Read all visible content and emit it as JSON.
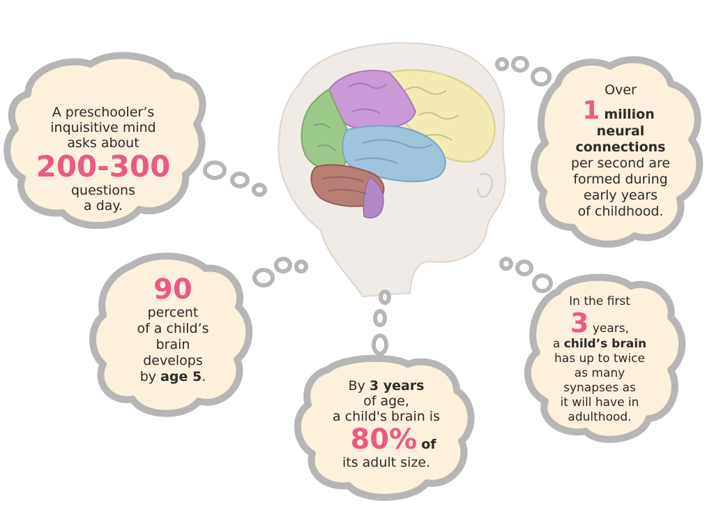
{
  "colors": {
    "accent": "#ea5a82",
    "cloud_fill": "#fdf0dc",
    "cloud_outline": "#b6b6b6",
    "head_fill": "#f0ebe6",
    "brain_frontal": "#f2ebb4",
    "brain_parietal": "#c99ad6",
    "brain_occipital": "#9cc98a",
    "brain_temporal": "#9ec4dc",
    "brain_cerebellum": "#b87e74"
  },
  "bubbles": {
    "questions": {
      "line1": "A preschooler’s",
      "line2": "inquisitive mind",
      "line3": "asks about",
      "number": "200-300",
      "line4": "questions",
      "line5": "a day."
    },
    "connections": {
      "line1": "Over",
      "number": "1",
      "line2": "million",
      "line3": "neural",
      "line4": "connections",
      "line5": "per second are",
      "line6": "formed during",
      "line7": "early years",
      "line8": "of childhood."
    },
    "percent": {
      "number": "90",
      "line1": "percent",
      "line2": "of a child’s",
      "line3": "brain",
      "line4": "develops",
      "line5a": "by ",
      "line5b": "age 5",
      "line5c": "."
    },
    "size": {
      "line1a": "By ",
      "line1b": "3 years",
      "line2": "of age,",
      "line3": "a child's brain is",
      "number": "80%",
      "line4": "of",
      "line5": "its adult size."
    },
    "synapses": {
      "line1": "In the first",
      "number": "3",
      "line2": "years,",
      "line3a": "a ",
      "line3b": "child’s brain",
      "line4": "has up to twice",
      "line5": "as many",
      "line6": "synapses as",
      "line7": "it will have in",
      "line8": "adulthood."
    }
  }
}
